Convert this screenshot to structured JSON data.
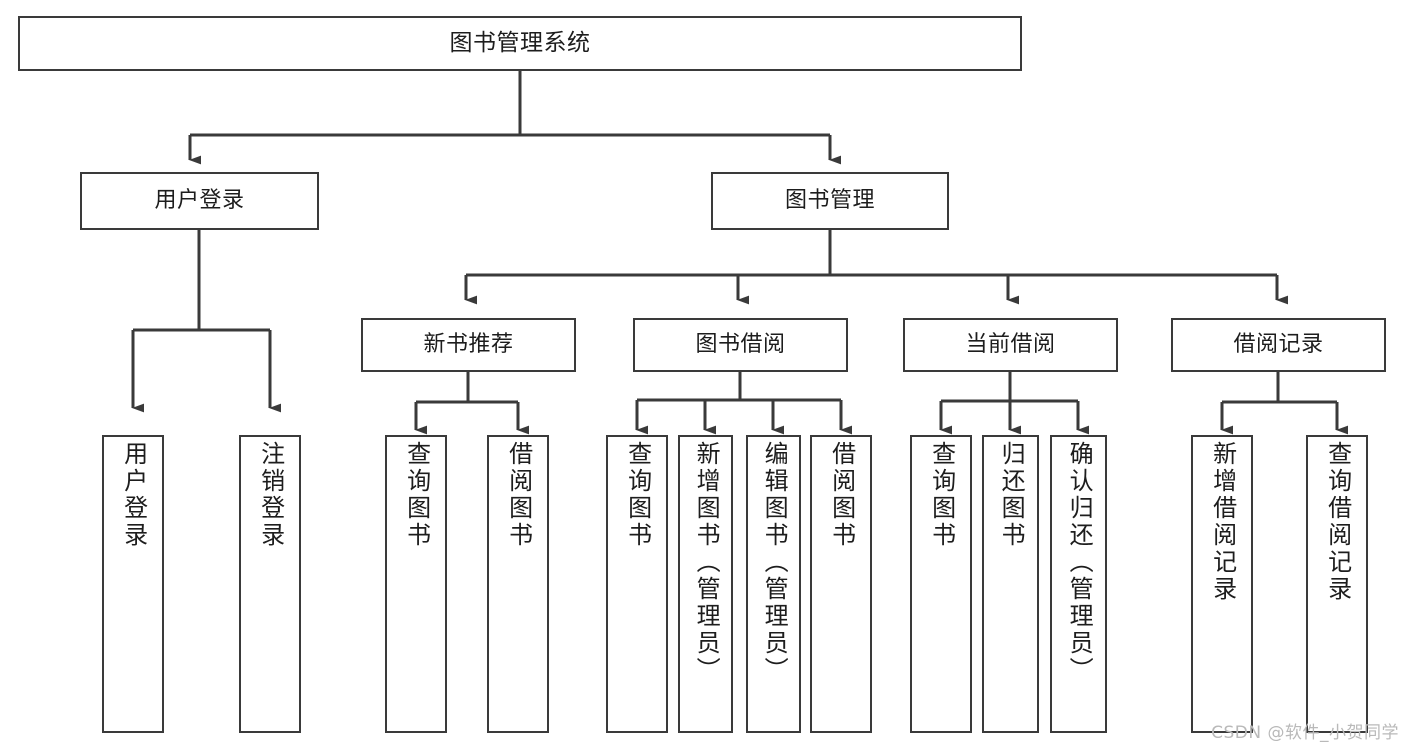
{
  "diagram": {
    "title": "图书管理系统",
    "type": "tree-hierarchy-diagram",
    "watermark": "CSDN @软件_小贺同学",
    "colors": {
      "stroke": "#3a3a3a",
      "fill": "#ffffff",
      "text": "#1d1d1d",
      "watermark": "#b9b9b9"
    },
    "nodes": {
      "root": {
        "label": "图书管理系统"
      },
      "level1": [
        {
          "id": "user-login",
          "label": "用户登录"
        },
        {
          "id": "book-manage",
          "label": "图书管理"
        }
      ],
      "level2": [
        {
          "id": "new-book-recommend",
          "label": "新书推荐"
        },
        {
          "id": "book-borrow",
          "label": "图书借阅"
        },
        {
          "id": "current-borrow",
          "label": "当前借阅"
        },
        {
          "id": "borrow-record",
          "label": "借阅记录"
        }
      ],
      "leaves": {
        "user-login": [
          {
            "id": "leaf-user-login",
            "label": "用户登录"
          },
          {
            "id": "leaf-logout-login",
            "label": "注销登录"
          }
        ],
        "new-book-recommend": [
          {
            "id": "leaf-query-book-1",
            "label": "查询图书"
          },
          {
            "id": "leaf-borrow-book-1",
            "label": "借阅图书"
          }
        ],
        "book-borrow": [
          {
            "id": "leaf-query-book-2",
            "label": "查询图书"
          },
          {
            "id": "leaf-add-book",
            "label": "新增图书（管理员）"
          },
          {
            "id": "leaf-edit-book",
            "label": "编辑图书（管理员）"
          },
          {
            "id": "leaf-borrow-book-2",
            "label": "借阅图书"
          }
        ],
        "current-borrow": [
          {
            "id": "leaf-query-book-3",
            "label": "查询图书"
          },
          {
            "id": "leaf-return-book",
            "label": "归还图书"
          },
          {
            "id": "leaf-confirm-return",
            "label": "确认归还（管理员）"
          }
        ],
        "borrow-record": [
          {
            "id": "leaf-add-record",
            "label": "新增借阅记录"
          },
          {
            "id": "leaf-query-record",
            "label": "查询借阅记录"
          }
        ]
      }
    }
  }
}
